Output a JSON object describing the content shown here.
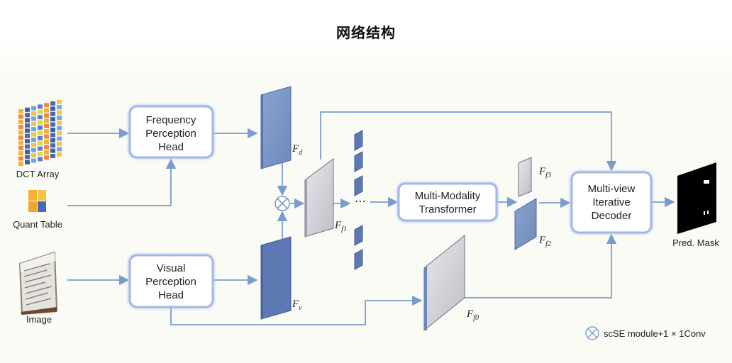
{
  "title": "网络结构",
  "inputs": {
    "dct": "DCT Array",
    "quant": "Quant Table",
    "image": "Image"
  },
  "modules": {
    "freq_head": [
      "Frequency",
      "Perception",
      "Head"
    ],
    "vis_head": [
      "Visual",
      "Perception",
      "Head"
    ],
    "transformer": [
      "Multi-Modality",
      "Transformer"
    ],
    "decoder": [
      "Multi-view",
      "Iterative",
      "Decoder"
    ]
  },
  "features": {
    "fd": {
      "main": "F",
      "sub": "d"
    },
    "fv": {
      "main": "F",
      "sub": "v"
    },
    "ff1": {
      "main": "F",
      "sub": "f1"
    },
    "ff0": {
      "main": "F",
      "sub": "f0"
    },
    "ff2": {
      "main": "F",
      "sub": "f2"
    },
    "ff3": {
      "main": "F",
      "sub": "f3"
    }
  },
  "output": "Pred. Mask",
  "ellipsis": "⋯",
  "legend": "scSE module+1 × 1Conv",
  "colors": {
    "arrow": "#7a9ccc",
    "box_border": "#9fb8e6",
    "feature_blue": "#7f99c8",
    "feature_dark": "#5870a8",
    "feature_gray": "#c8c8d2"
  }
}
